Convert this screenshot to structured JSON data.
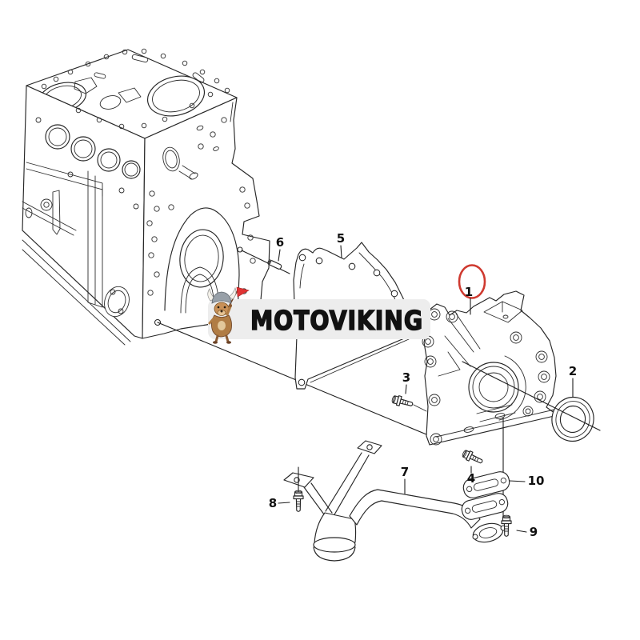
{
  "page": {
    "background": "#ffffff",
    "type": "exploded-parts-diagram"
  },
  "brand": {
    "logo_text": "MOTOVIKING",
    "banner_color": "#ededed",
    "text_color": "#121212",
    "mascot": "viking-dog-mascot",
    "flag_color": "#e03434"
  },
  "diagram": {
    "subject": "engine-oil-pump-assembly",
    "line_color": "#262626",
    "highlight_color": "#cf3a30",
    "highlighted_callout": "1",
    "callouts": [
      {
        "number": "1",
        "part": "oil-pump-housing",
        "highlighted": true
      },
      {
        "number": "2",
        "part": "crankshaft-oil-seal",
        "highlighted": false
      },
      {
        "number": "3",
        "part": "flange-bolt",
        "highlighted": false
      },
      {
        "number": "4",
        "part": "flange-bolt",
        "highlighted": false
      },
      {
        "number": "5",
        "part": "cover-gasket",
        "highlighted": false
      },
      {
        "number": "6",
        "part": "dowel-pin",
        "highlighted": false
      },
      {
        "number": "7",
        "part": "oil-pickup-tube",
        "highlighted": false
      },
      {
        "number": "8",
        "part": "flange-bolt",
        "highlighted": false
      },
      {
        "number": "9",
        "part": "flange-bolt",
        "highlighted": false
      },
      {
        "number": "10",
        "part": "pickup-tube-gaskets",
        "highlighted": false
      }
    ]
  }
}
